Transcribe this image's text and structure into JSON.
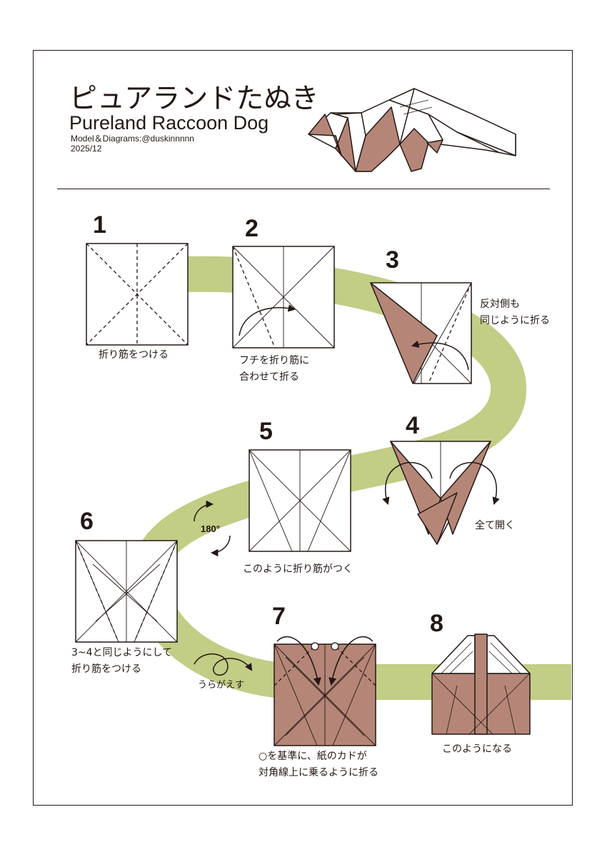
{
  "header": {
    "title_jp": "ピュアランドたぬき",
    "title_en": "Pureland Raccoon Dog",
    "credit": "Model＆Diagrams:@duskinnnnn",
    "date": "2025/12"
  },
  "steps": [
    {
      "number": "1",
      "caption": "折り筋をつける"
    },
    {
      "number": "2",
      "caption": "フチを折り筋に\n合わせて折る"
    },
    {
      "number": "3",
      "caption": "反対側も\n同じように折る"
    },
    {
      "number": "4",
      "caption": "全て開く"
    },
    {
      "number": "5",
      "caption": "このように折り筋がつく"
    },
    {
      "number": "6",
      "caption": "3~4と同じようにして\n折り筋をつける"
    },
    {
      "number": "7",
      "caption": "○を基準に、紙のカドが\n対角線上に乗るように折る"
    },
    {
      "number": "8",
      "caption": "このようになる"
    }
  ],
  "symbols": {
    "rotate_label": "180°",
    "flip_label": "うらがえす",
    "rotate_icon": "rotate-180-icon",
    "flip_icon": "turn-over-icon"
  },
  "colors": {
    "paper_back": "#b58677",
    "paper_front": "#ffffff",
    "path": "#c2cd85",
    "ink": "#231815"
  }
}
